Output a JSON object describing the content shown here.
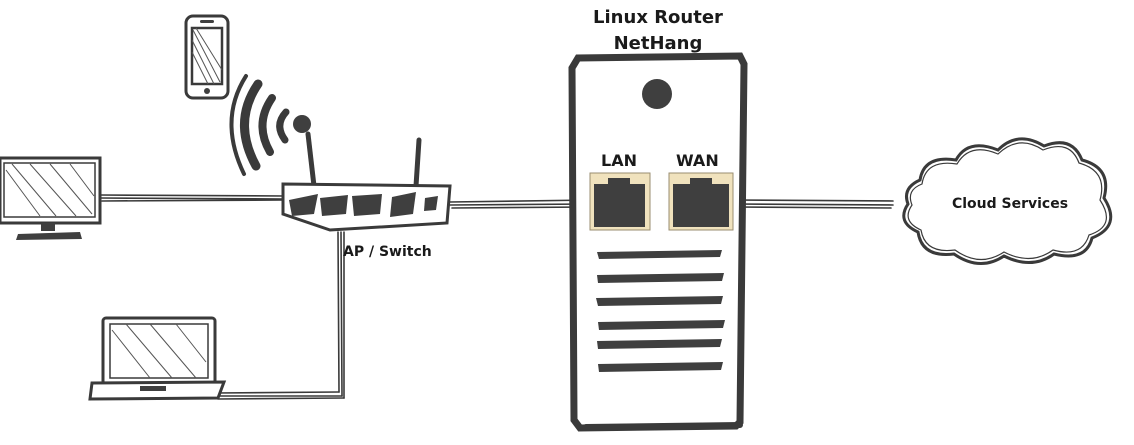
{
  "router": {
    "title_line1": "Linux Router",
    "title_line2": "NetHang",
    "lan_label": "LAN",
    "wan_label": "WAN"
  },
  "switch": {
    "label": "AP / Switch"
  },
  "cloud": {
    "label": "Cloud Services"
  },
  "colors": {
    "ink": "#3a3a3a",
    "fill": "#3f3f3f",
    "port_bg": "#f0e2bd"
  }
}
